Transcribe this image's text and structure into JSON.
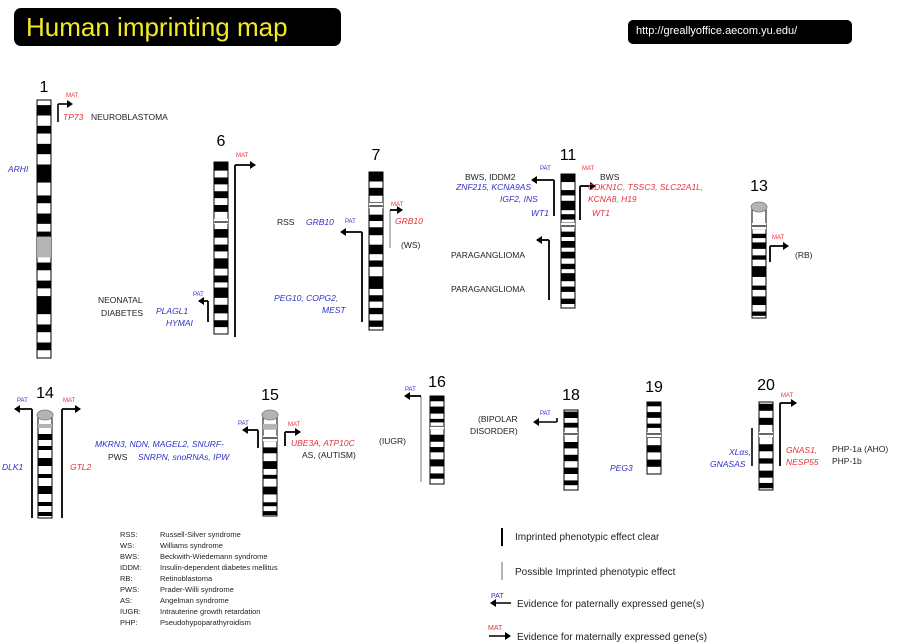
{
  "title": "Human imprinting map",
  "url": "http://greallyoffice.aecom.yu.edu/",
  "chromosomes": {
    "c1": "1",
    "c6": "6",
    "c7": "7",
    "c11": "11",
    "c13": "13",
    "c14": "14",
    "c15": "15",
    "c16": "16",
    "c18": "18",
    "c19": "19",
    "c20": "20"
  },
  "tags": {
    "mat": "MAT",
    "pat": "PAT"
  },
  "genes": {
    "tp73": "TP73",
    "arhi": "ARHI",
    "plagl1": "PLAGL1",
    "hymai": "HYMAI",
    "grb10_pat": "GRB10",
    "grb10_mat": "GRB10",
    "peg10": "PEG10, COPG2,",
    "mest": "MEST",
    "znf215": "ZNF215, KCNA9AS",
    "igf2": "IGF2, INS",
    "wt1_pat": "WT1",
    "cdkn1c": "CDKN1C, TSSC3, SLC22A1L,",
    "kcnaq": "KCNA8, H19",
    "wt1_mat": "WT1",
    "dlk1": "DLK1",
    "gtl2": "GTL2",
    "mkrn3": "MKRN3, NDN, MAGEL2, SNURF-",
    "snrpn": "SNRPN, snoRNAs, IPW",
    "ube3a": "UBE3A, ATP10C",
    "peg3": "PEG3",
    "xlas": "XLαs,",
    "gnasas": "GNASAS",
    "gnas1": "GNAS1,",
    "nesp55": "NESP55"
  },
  "phenotypes": {
    "neuroblastoma": "NEUROBLASTOMA",
    "neonatal": "NEONATAL",
    "diabetes": "DIABETES",
    "rss": "RSS",
    "ws": "(WS)",
    "bws_iddm2": "BWS, IDDM2",
    "bws": "BWS",
    "paraganglioma1": "PARAGANGLIOMA",
    "paraganglioma2": "PARAGANGLIOMA",
    "rb": "(RB)",
    "pws": "PWS",
    "as_autism": "AS, (AUTISM)",
    "iugr": "(IUGR)",
    "bipolar1": "(BIPOLAR",
    "bipolar2": "DISORDER)",
    "php1a": "PHP-1a (AHO)",
    "php1b": "PHP-1b"
  },
  "abbreviations": [
    {
      "abbr": "RSS:",
      "desc": "Russell-Silver syndrome"
    },
    {
      "abbr": "WS:",
      "desc": "Williams syndrome"
    },
    {
      "abbr": "BWS:",
      "desc": "Beckwith-Wiedemann syndrome"
    },
    {
      "abbr": "IDDM:",
      "desc": "Insulin-dependent diabetes mellitus"
    },
    {
      "abbr": "RB:",
      "desc": "Retinoblastoma"
    },
    {
      "abbr": "PWS:",
      "desc": "Prader-Willi syndrome"
    },
    {
      "abbr": "AS:",
      "desc": "Angelman syndrome"
    },
    {
      "abbr": "IUGR:",
      "desc": "Intrauterine growth retardation"
    },
    {
      "abbr": "PHP:",
      "desc": "Pseudohypoparathyroidism"
    }
  ],
  "legend": {
    "clear": "Imprinted phenotypic effect clear",
    "possible": "Possible Imprinted phenotypic effect",
    "pat_tag": "PAT",
    "pat_text": "Evidence for paternally expressed gene(s)",
    "mat_tag": "MAT",
    "mat_text": "Evidence for maternally expressed gene(s)"
  },
  "colors": {
    "title_background": "#000000",
    "title_text": "#f2ea24",
    "maternal": "#e8303a",
    "paternal": "#3030c8",
    "possible_line": "#b4b4b4",
    "centromere": "#b4b4b4"
  }
}
